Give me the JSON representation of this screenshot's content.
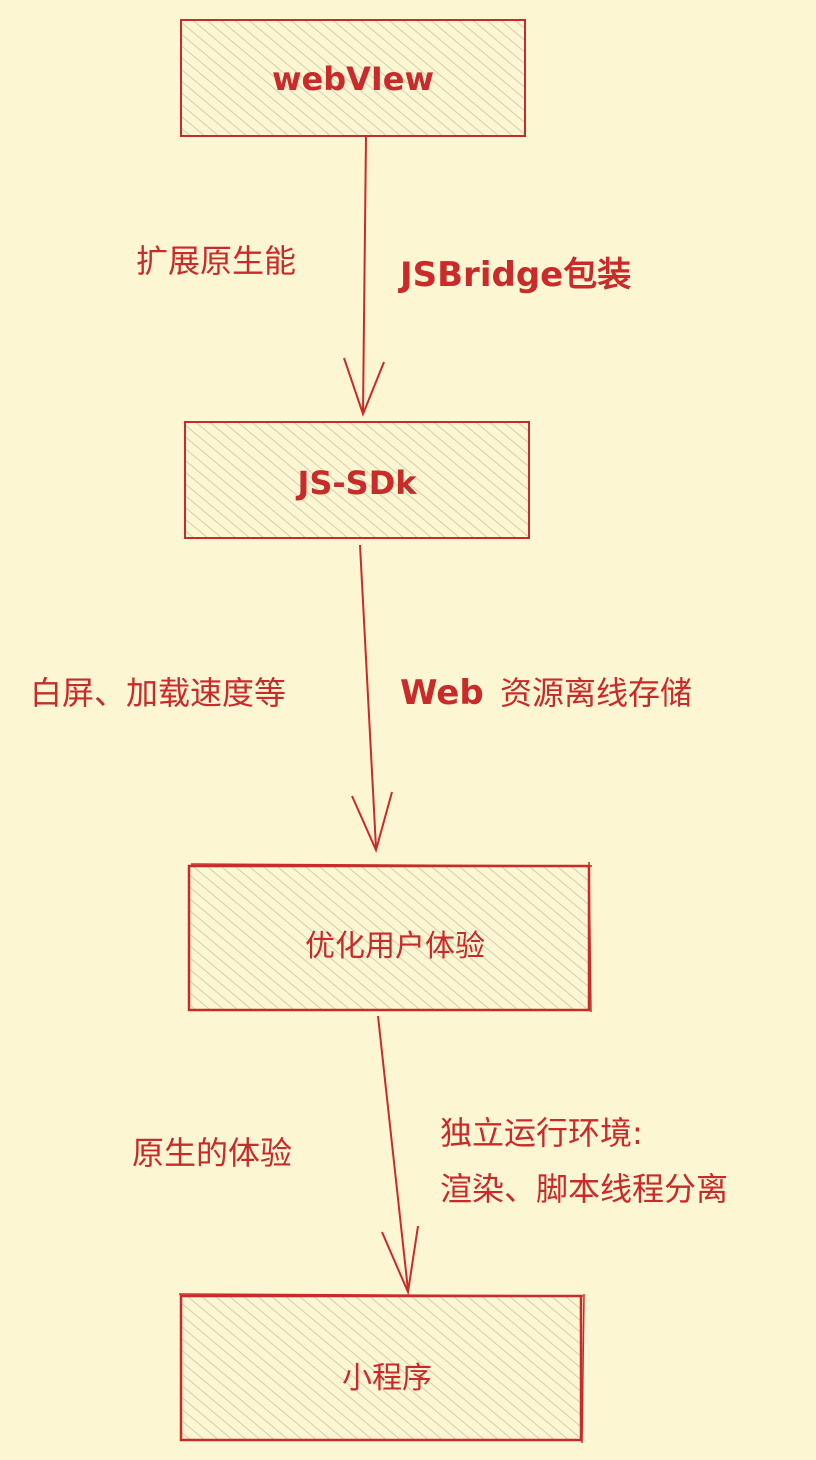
{
  "colors": {
    "background": "#fdf6d3",
    "stroke": "#c92a2a",
    "hatch": "#c9c3a5",
    "text": "#c92a2a"
  },
  "nodes": {
    "webview": "webVIew",
    "jssdk": "JS-SDk",
    "ux": "优化用户体验",
    "miniprogram": "小程序"
  },
  "labels": {
    "extend_native": "扩展原生能",
    "jsbridge": "JSBridge包装",
    "first_screen": "白屏、加载速度等",
    "web_prefix": "Web",
    "web_offline": "资源离线存储",
    "native_experience": "原生的体验",
    "env_line1": "独立运行环境:",
    "env_line2": "渲染、脚本线程分离"
  }
}
